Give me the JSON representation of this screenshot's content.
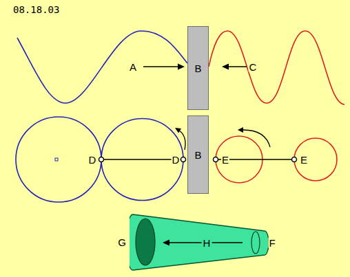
{
  "diagram": {
    "nodes": [
      {
        "text": [
          "B"
        ]
      },
      {
        "text": [
          "B"
        ]
      },
      {
        "text": [
          "H"
        ]
      }
    ],
    "labels": [
      "08.18.03",
      "A",
      "C",
      "D",
      "D",
      "E",
      "E",
      "G",
      "F"
    ]
  }
}
